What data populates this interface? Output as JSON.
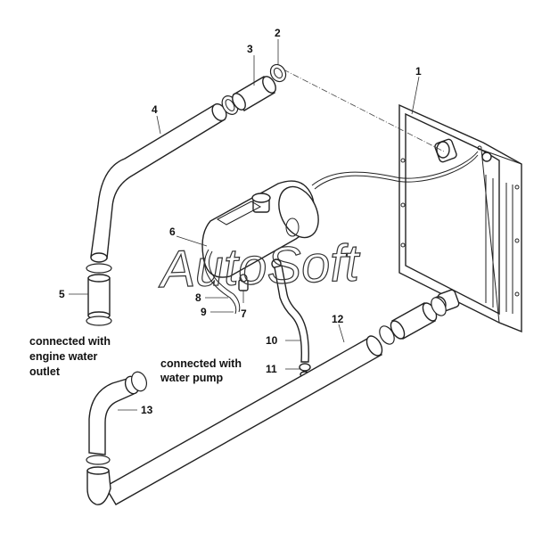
{
  "part_numbers": [
    "1",
    "2",
    "3",
    "4",
    "5",
    "6",
    "7",
    "8",
    "9",
    "10",
    "11",
    "12",
    "13"
  ],
  "notes": {
    "engine_outlet": [
      "connected with",
      "engine water",
      "outlet"
    ],
    "water_pump": [
      "connected with",
      "water pump"
    ]
  },
  "watermark": "AutoSoft"
}
